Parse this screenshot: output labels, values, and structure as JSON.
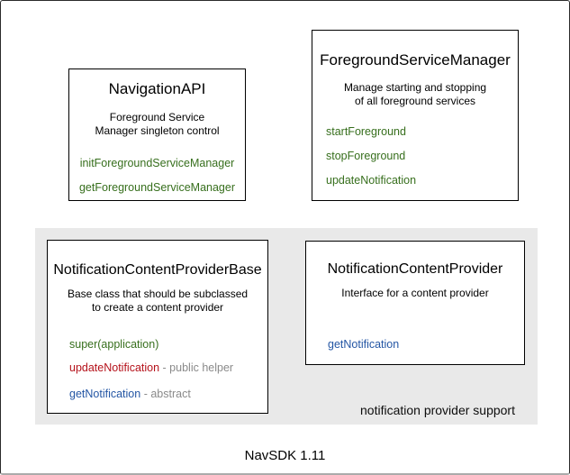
{
  "diagram": {
    "group_label": "notification provider support",
    "footer": "NavSDK 1.11"
  },
  "colors": {
    "method_green": "#376f1d",
    "method_red": "#b5121b",
    "method_blue": "#2456a4",
    "annotation_gray": "#8a8a8a",
    "group_background": "#e9e9e9",
    "box_border": "#000000"
  },
  "boxes": {
    "navigation_api": {
      "title": "NavigationAPI",
      "description": [
        "Foreground Service",
        "Manager singleton control"
      ],
      "methods": [
        "initForegroundServiceManager",
        "getForegroundServiceManager"
      ]
    },
    "foreground_service_manager": {
      "title": "ForegroundServiceManager",
      "description": [
        "Manage starting and stopping",
        "of all foreground services"
      ],
      "methods": [
        "startForeground",
        "stopForeground",
        "updateNotification"
      ]
    },
    "notification_content_provider_base": {
      "title": "NotificationContentProviderBase",
      "description": [
        "Base class that should be subclassed",
        "to create a content provider"
      ],
      "methods": [
        {
          "label": "super(application)",
          "annotation": ""
        },
        {
          "label": "updateNotification",
          "annotation": " - public helper"
        },
        {
          "label": "getNotification",
          "annotation": " - abstract"
        }
      ]
    },
    "notification_content_provider": {
      "title": "NotificationContentProvider",
      "description": [
        "Interface for a content provider"
      ],
      "methods": [
        {
          "label": "getNotification"
        }
      ]
    }
  }
}
